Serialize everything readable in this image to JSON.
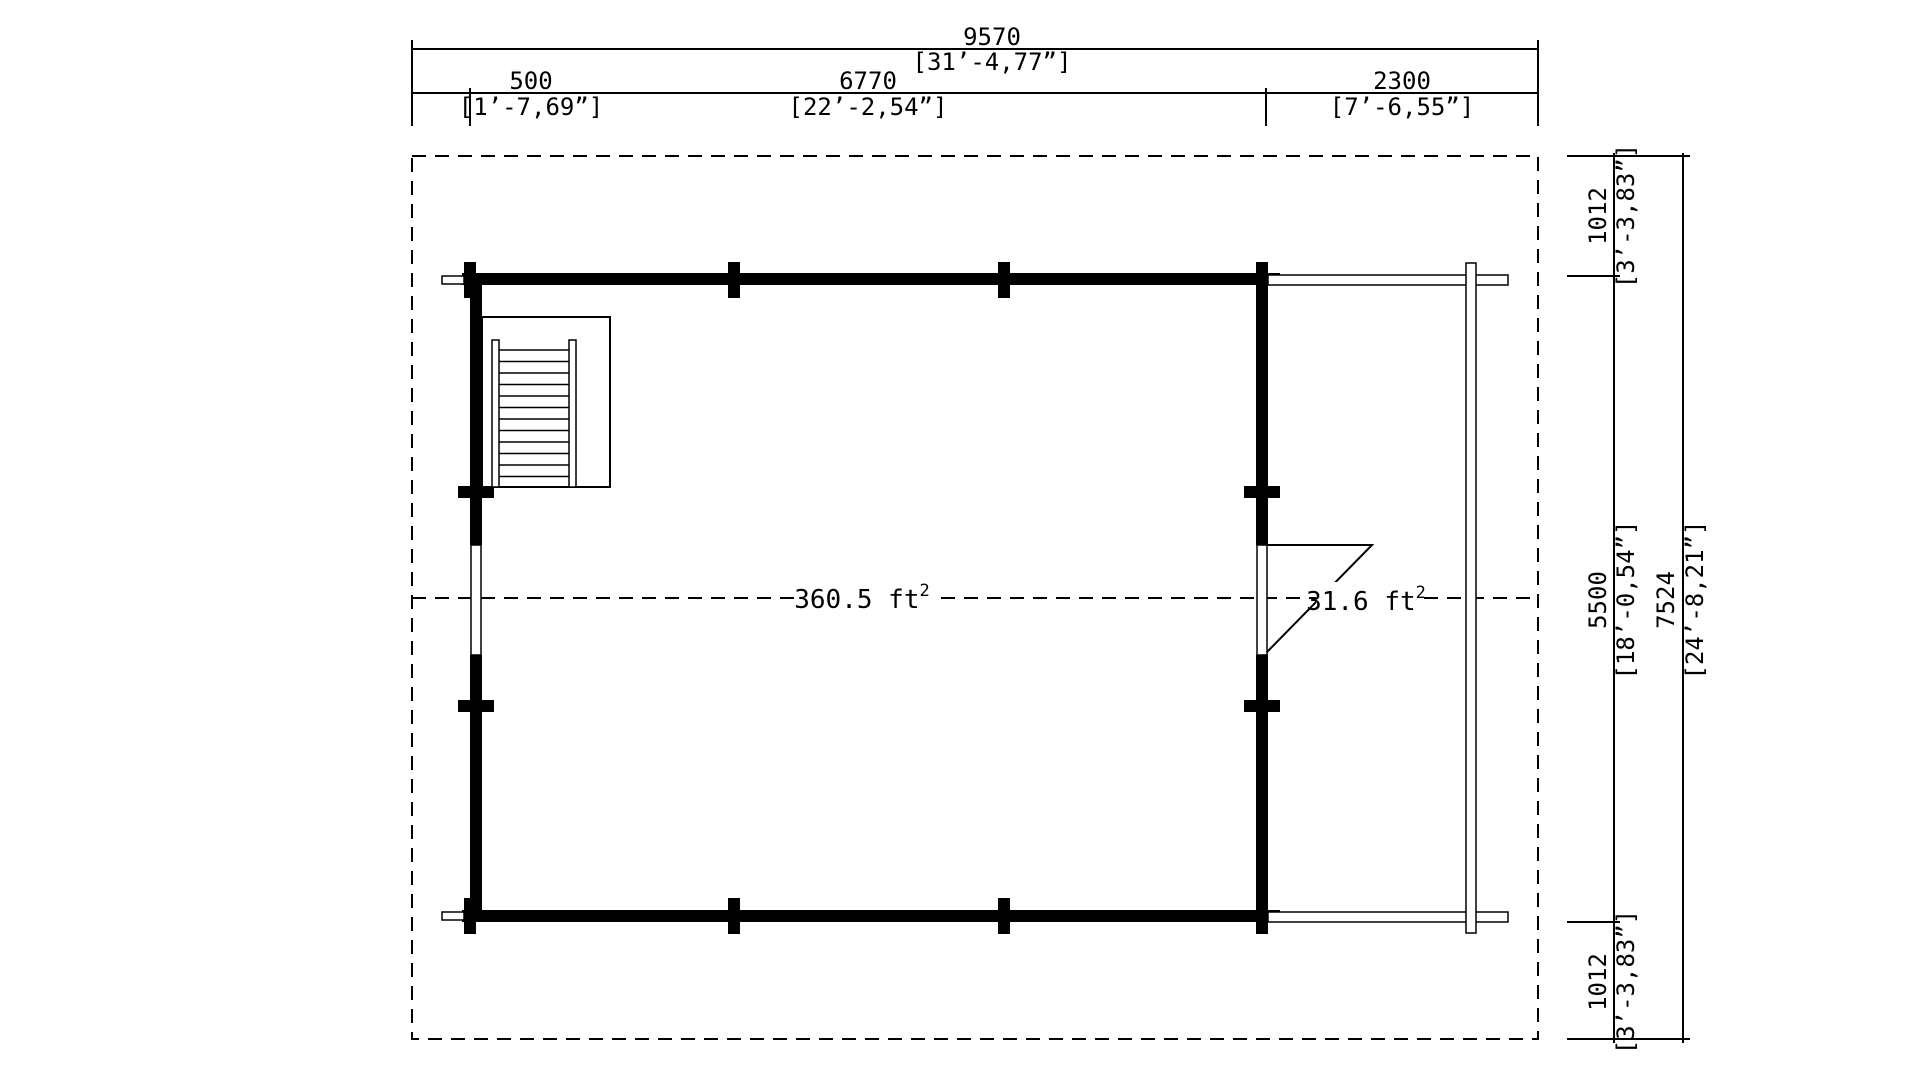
{
  "dimensions": {
    "overall_width": {
      "mm": "9570",
      "imperial": "[31’-4,77”]"
    },
    "segments": [
      {
        "mm": "500",
        "imperial": "[1’-7,69”]"
      },
      {
        "mm": "6770",
        "imperial": "[22’-2,54”]"
      },
      {
        "mm": "2300",
        "imperial": "[7’-6,55”]"
      }
    ],
    "top_overhang": {
      "mm": "1012",
      "imperial": "[3’-3,83”]"
    },
    "main_depth": {
      "mm": "5500",
      "imperial": "[18’-0,54”]"
    },
    "bottom_overhang": {
      "mm": "1012",
      "imperial": "[3’-3,83”]"
    },
    "overall_depth": {
      "mm": "7524",
      "imperial": "[24’-8,21”]"
    }
  },
  "areas": {
    "main_room": {
      "value": "360.5 ft",
      "sup": "2"
    },
    "porch": {
      "value": "31.6 ft",
      "sup": "2"
    }
  }
}
